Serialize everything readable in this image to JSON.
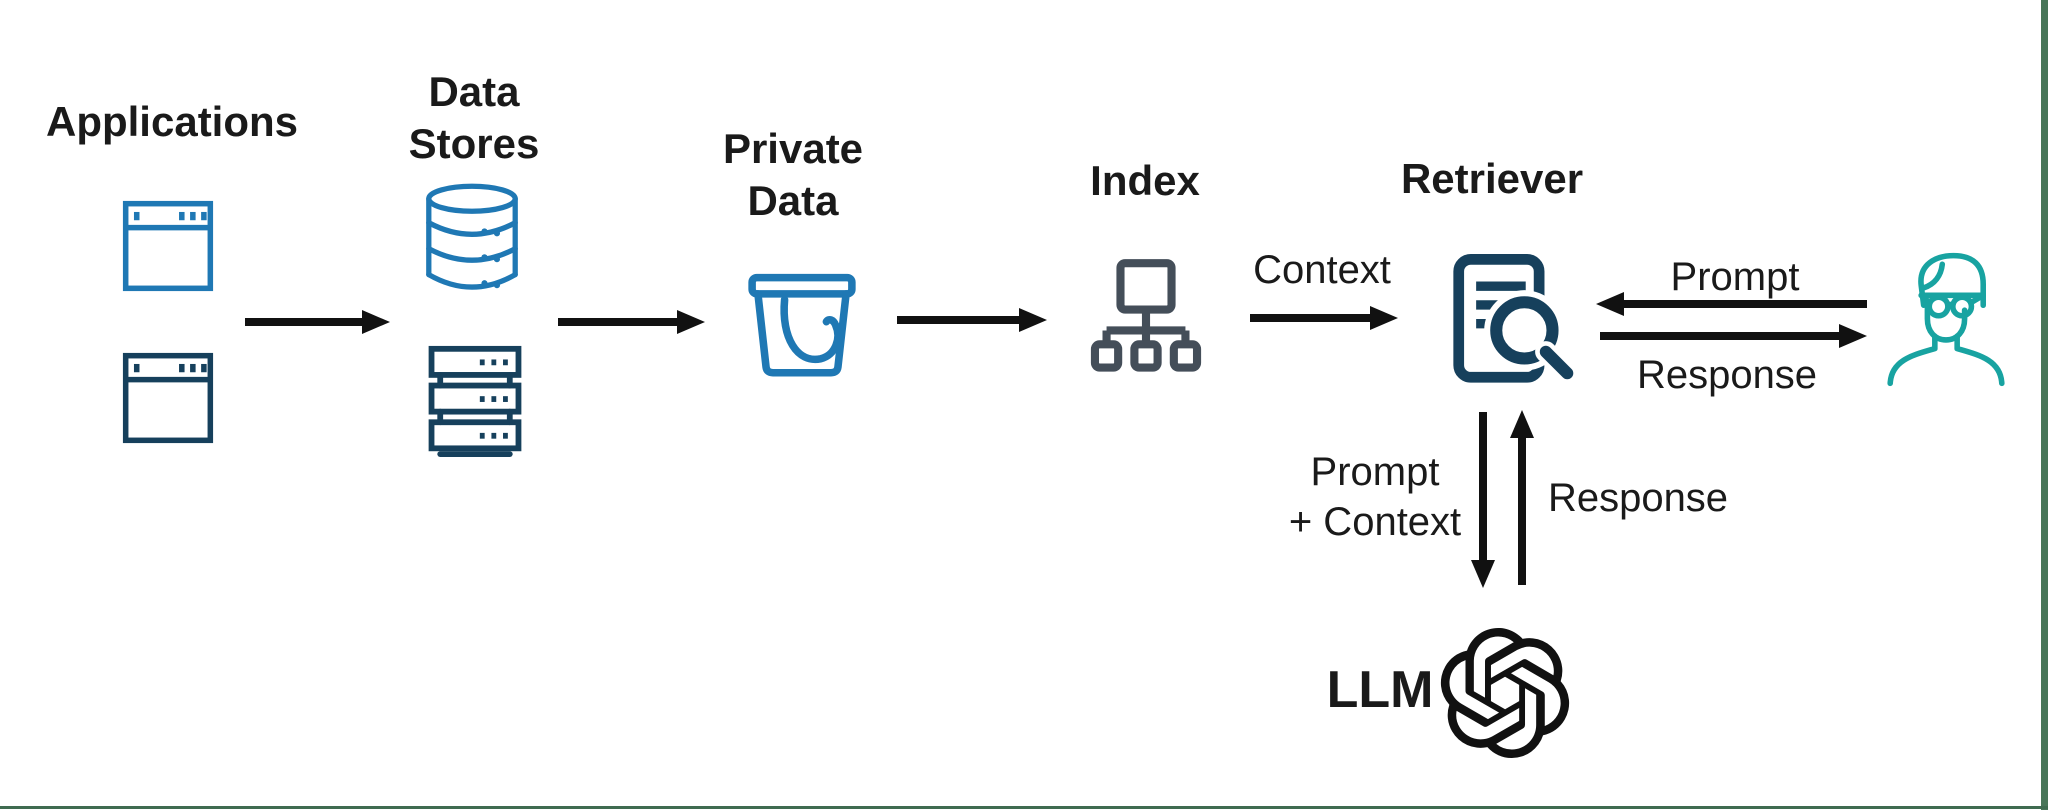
{
  "diagram": {
    "title_nodes": {
      "applications": "Applications",
      "data_stores": "Data\nStores",
      "private_data": "Private\nData",
      "index": "Index",
      "retriever": "Retriever",
      "llm": "LLM"
    },
    "flow_labels": {
      "context": "Context",
      "prompt": "Prompt",
      "response": "Response",
      "prompt_context": "Prompt\n+ Context",
      "llm_response": "Response"
    },
    "icons": {
      "applications_window_top": "browser-window-icon",
      "applications_window_bottom": "browser-window-icon",
      "data_stores_database": "database-icon",
      "data_stores_servers": "server-stack-icon",
      "private_data_bucket": "bucket-icon",
      "index_hierarchy": "hierarchy-icon",
      "retriever_document_search": "document-search-icon",
      "user_person": "person-glasses-icon",
      "llm_openai": "openai-logo-icon"
    }
  },
  "colors": {
    "text": "#1a1a1a",
    "black": "#111111",
    "blue": "#1F78B4",
    "navy": "#16405C",
    "slate": "#444E59",
    "teal": "#18A3A1",
    "frame_green": "#487558",
    "frame_green_dark": "#3F6B50"
  }
}
